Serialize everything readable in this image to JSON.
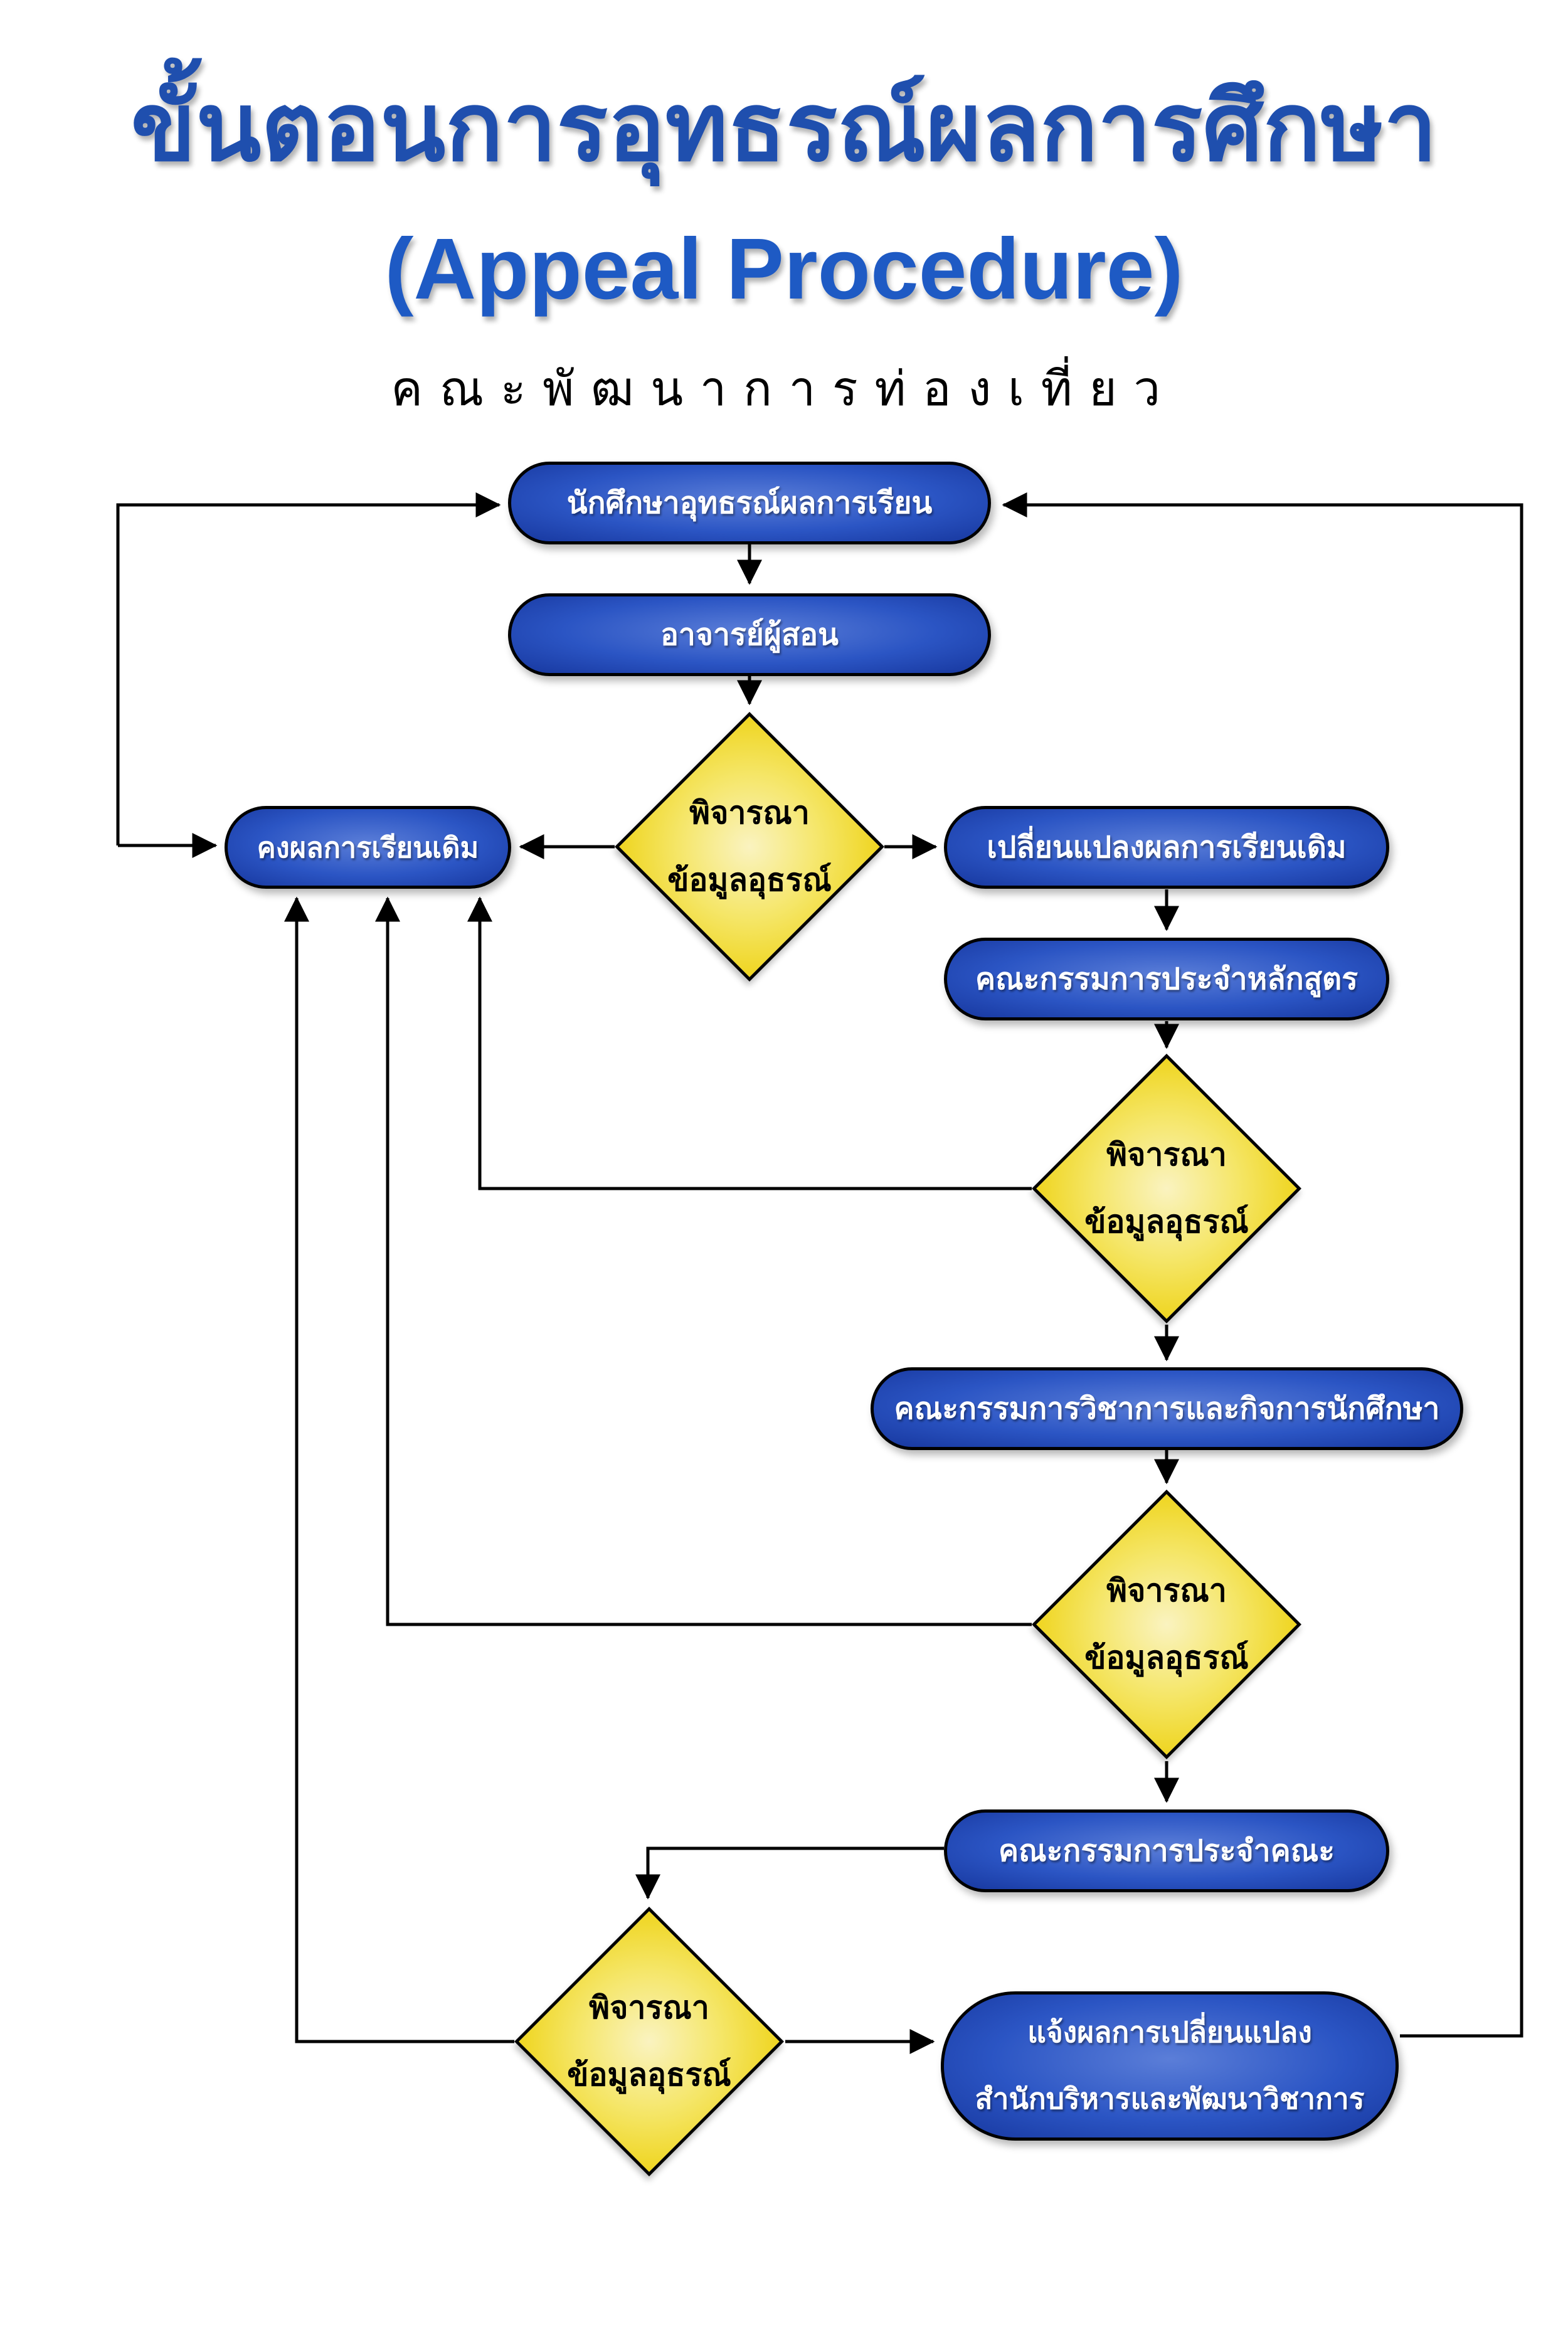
{
  "title": {
    "line1": "ขั้นตอนการอุทธรณ์ผลการศึกษา",
    "line2": "(Appeal Procedure)",
    "line3": "คณะพัฒนาการท่องเที่ยว"
  },
  "nodes": {
    "student_appeal": {
      "label": "นักศึกษาอุทธรณ์ผลการเรียน"
    },
    "instructor": {
      "label": "อาจารย์ผู้สอน"
    },
    "keep_grade": {
      "label": "คงผลการเรียนเดิม"
    },
    "change_grade": {
      "label": "เปลี่ยนแปลงผลการเรียนเดิม"
    },
    "program_committee": {
      "label": "คณะกรรมการประจำหลักสูตร"
    },
    "academic_committee": {
      "label": "คณะกรรมการวิชาการและกิจการนักศึกษา"
    },
    "faculty_committee": {
      "label": "คณะกรรมการประจำคณะ"
    },
    "notify_result": {
      "line1": "แจ้งผลการเปลี่ยนแปลง",
      "line2": "สำนักบริหารและพัฒนาวิชาการ"
    }
  },
  "decision": {
    "line1": "พิจารณา",
    "line2": "ข้อมูลอุธรณ์"
  },
  "colors": {
    "title_blue": "#1f4fae",
    "subtitle_blue": "#1e5ac4",
    "node_fill_light": "#5b7ed8",
    "node_fill_mid": "#2b55c4",
    "node_fill_dark": "#17379e",
    "node_text": "#ffffff",
    "diamond_light": "#faf3c0",
    "diamond_mid": "#f5e668",
    "diamond_dark": "#efd520",
    "line_color": "#000000"
  }
}
